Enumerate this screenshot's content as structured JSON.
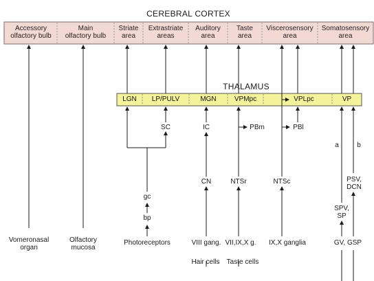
{
  "cortex": {
    "title": "CEREBRAL CORTEX",
    "areas": [
      {
        "l1": "Accessory",
        "l2": "olfactory bulb"
      },
      {
        "l1": "Main",
        "l2": "olfactory bulb"
      },
      {
        "l1": "Striate",
        "l2": "area"
      },
      {
        "l1": "Extrastriate",
        "l2": "areas"
      },
      {
        "l1": "Auditory",
        "l2": "area"
      },
      {
        "l1": "Taste",
        "l2": "area"
      },
      {
        "l1": "Viscerosensory",
        "l2": "area"
      },
      {
        "l1": "Somatosensory",
        "l2": "area"
      }
    ],
    "fill": "#f3d9d4"
  },
  "thalamus": {
    "title": "THALAMUS",
    "nuclei": [
      "LGN",
      "LP/PULV",
      "MGN",
      "VPMpc",
      "VPLpc",
      "VP"
    ],
    "fill": "#f4f29a"
  },
  "relays": {
    "sc": "SC",
    "ic": "IC",
    "pbm": "PBm",
    "pbl": "PBl",
    "cn": "CN",
    "ntsr": "NTSr",
    "ntsc": "NTSc",
    "gc": "gc",
    "bp": "bp",
    "a": "a",
    "b": "b",
    "psv": "PSV,",
    "dcn": "DCN",
    "spv": "SPV,",
    "sp": "SP"
  },
  "sources": {
    "vomeronasal_1": "Vomeronasal",
    "vomeronasal_2": "organ",
    "olfactory_1": "Olfactory",
    "olfactory_2": "mucosa",
    "photoreceptors": "Photoreceptors",
    "viii": "VIII gang.",
    "vii": "VII,IX,X g.",
    "ixx": "IX,X ganglia",
    "gv": "GV, GSP",
    "hair": "Hair cells",
    "taste": "Taste cells"
  }
}
